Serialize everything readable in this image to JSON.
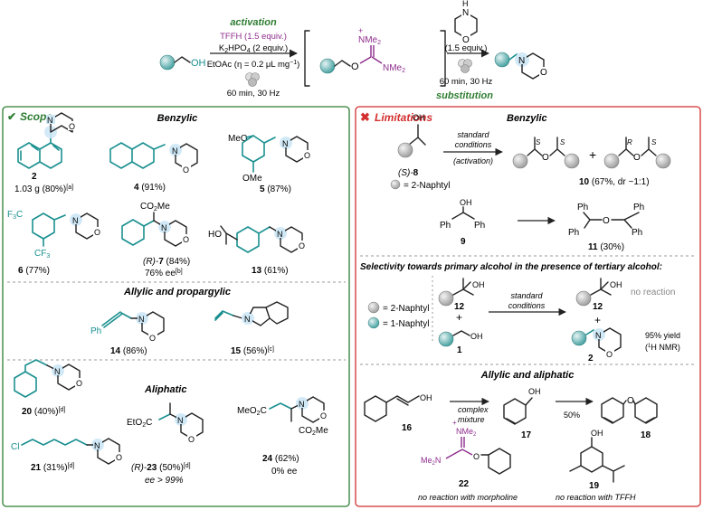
{
  "colors": {
    "teal": "#1a8f8f",
    "purple": "#8e2c8c",
    "green": "#2e7d32",
    "red": "#d32f2f",
    "highlight": "#cfe8f6"
  },
  "top": {
    "activation": "activation",
    "tffh": "TFFH (1.5 equiv.)",
    "base_a": "K",
    "base_b": "2",
    "base_c": "HPO",
    "base_d": "4",
    "base_e": " (2 equiv.)",
    "solvent": "EtOAc (η = 0.2 μL mg",
    "solvent_sup": "−1",
    "solvent_end": ")",
    "time1": "60 min, 30 Hz",
    "amine_equiv": "(1.5 equiv.)",
    "time2": "60 min, 30 Hz",
    "substitution": "substitution",
    "oh": "OH",
    "nme2_top": "NMe",
    "nme2_sub": "2",
    "plus": "+",
    "o": "O",
    "n": "N",
    "h": "H"
  },
  "scope": {
    "heading": "Scope",
    "benzylic": "Benzylic",
    "allylic": "Allylic and propargylic",
    "aliphatic": "Aliphatic",
    "c2_id": "2",
    "c2_yield": "1.03 g (80%)",
    "c2_ref": "[a]",
    "c4_id": "4",
    "c4_yield": " (91%)",
    "c5_id": "5",
    "c5_yield": " (87%)",
    "ome": "OMe",
    "meo": "MeO",
    "c6_id": "6",
    "c6_yield": " (77%)",
    "cf3": "CF",
    "cf3_sub": "3",
    "f3c": "F",
    "f3c_sub": "3",
    "f3c_c": "C",
    "c7_pre": "(R)-",
    "c7_id": "7",
    "c7_yield": " (84%)",
    "c7_ee": "76% ee",
    "c7_ref": "[b]",
    "co2me": "CO",
    "co2me_sub": "2",
    "co2me_end": "Me",
    "c13_id": "13",
    "c13_yield": " (61%)",
    "ho": "HO",
    "c14_id": "14",
    "c14_yield": " (86%)",
    "ph": "Ph",
    "c15_id": "15",
    "c15_yield": " (56%)",
    "c15_ref": "[c]",
    "c20_id": "20",
    "c20_yield": " (40%)",
    "c20_ref": "[d]",
    "c21_id": "21",
    "c21_yield": " (31%)",
    "c21_ref": "[d]",
    "cl": "Cl",
    "c23_pre": "(R)-",
    "c23_id": "23",
    "c23_yield": " (50%)",
    "c23_ref": "[d]",
    "c23_ee": "ee > 99%",
    "eto2c": "EtO",
    "eto2c_sub": "2",
    "eto2c_c": "C",
    "c24_id": "24",
    "c24_yield": " (62%)",
    "c24_ee": "0% ee",
    "meo2c": "MeO",
    "meo2c_sub": "2",
    "meo2c_c": "C",
    "co2me2": "CO",
    "co2me2_sub": "2",
    "co2me2_end": "Me"
  },
  "limits": {
    "heading": "Limitations",
    "benzylic": "Benzylic",
    "std1": "standard",
    "std2": "conditions",
    "activation": "(activation)",
    "s8_pre": "(S)-",
    "s8_id": "8",
    "naphtyl2": "= 2-Naphtyl",
    "c10_id": "10",
    "c10_yield": " (67%, dr ~1:1)",
    "s": "S",
    "r": "R",
    "c9_id": "9",
    "c11_id": "11",
    "c11_yield": " (30%)",
    "selectivity": "Selectivity towards primary alcohol in the presence of tertiary alcohol:",
    "leg1": "= 2-Naphtyl",
    "leg2": "= 1-Naphtyl",
    "c12_id": "12",
    "c1_id": "1",
    "c12b_id": "12",
    "no_reaction": "no reaction",
    "c2b_id": "2",
    "yield95": "95% yield",
    "nmr_a": "(",
    "nmr_sup": "1",
    "nmr_b": "H NMR)",
    "allylic": "Allylic and aliphatic",
    "c16_id": "16",
    "complex1": "complex",
    "complex2": "mixture",
    "c17_id": "17",
    "pct50": "50%",
    "c18_id": "18",
    "c22_id": "22",
    "no_morph": "no reaction with morpholine",
    "c19_id": "19",
    "no_tffh": "no reaction with TFFH",
    "me2n": "Me",
    "me2n_sub": "2",
    "me2n_n": "N"
  }
}
